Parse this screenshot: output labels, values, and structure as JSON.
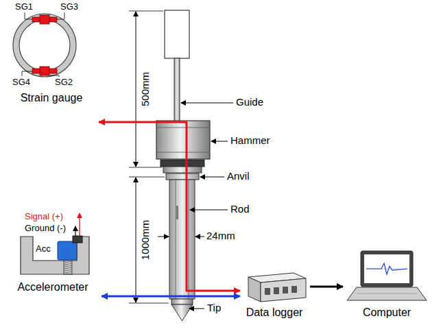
{
  "diagram": {
    "nodes": [
      {
        "text": [
          "Strain gauge"
        ]
      },
      {
        "text": [
          "Accelerometer"
        ]
      },
      {
        "text": [
          "Data logger"
        ]
      },
      {
        "text": [
          "Computer"
        ]
      }
    ],
    "edges": [
      {
        "from": 0,
        "to": 2,
        "arrow": "both"
      },
      {
        "from": 1,
        "to": 2,
        "arrow": "both"
      },
      {
        "from": 2,
        "to": 3,
        "arrow": "to"
      }
    ],
    "labels": [
      "Guide",
      "Hammer",
      "Anvil",
      "Rod",
      "Tip",
      "500mm",
      "1000mm",
      "24mm",
      "SG1",
      "SG3",
      "SG4",
      "SG2",
      "Signal (+)",
      "Ground (-)",
      "Acc"
    ]
  }
}
